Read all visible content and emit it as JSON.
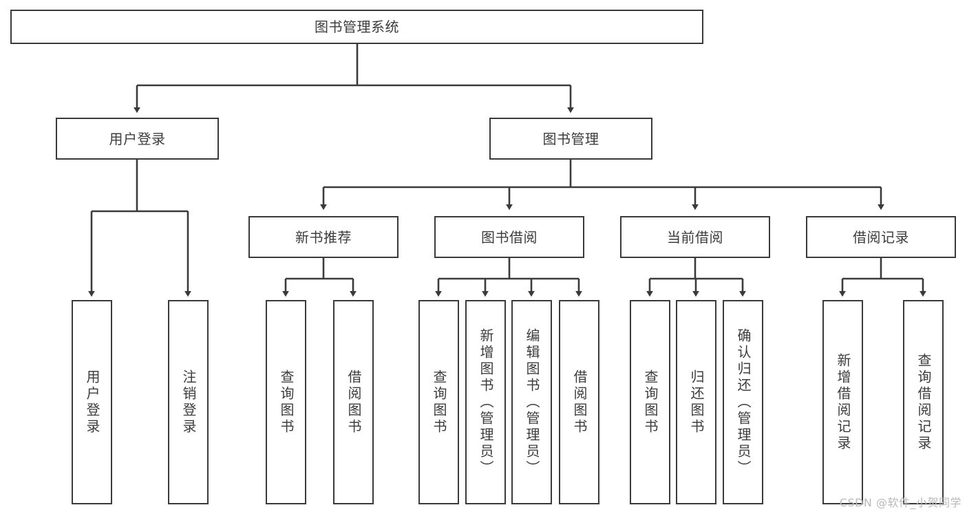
{
  "diagram": {
    "type": "tree",
    "title": "图书管理系统",
    "watermark": "CSDN @软件_小贺同学",
    "colors": {
      "box_border": "#3a3a3a",
      "box_fill": "#ffffff",
      "text": "#3c3c3c",
      "connector": "#3a3a3a",
      "watermark": "#b9b9b9"
    },
    "root": {
      "label": "图书管理系统"
    },
    "level1": [
      {
        "label": "用户登录"
      },
      {
        "label": "图书管理"
      }
    ],
    "level2": [
      {
        "label": "新书推荐"
      },
      {
        "label": "图书借阅"
      },
      {
        "label": "当前借阅"
      },
      {
        "label": "借阅记录"
      }
    ],
    "leaves": {
      "user_login": [
        {
          "label": "用户登录"
        },
        {
          "label": "注销登录"
        }
      ],
      "new_book": [
        {
          "label": "查询图书"
        },
        {
          "label": "借阅图书"
        }
      ],
      "book_borrow": [
        {
          "label": "查询图书"
        },
        {
          "label": "新增图书（管理员）"
        },
        {
          "label": "编辑图书（管理员）"
        },
        {
          "label": "借阅图书"
        }
      ],
      "current_borrow": [
        {
          "label": "查询图书"
        },
        {
          "label": "归还图书"
        },
        {
          "label": "确认归还（管理员）"
        }
      ],
      "borrow_record": [
        {
          "label": "新增借阅记录"
        },
        {
          "label": "查询借阅记录"
        }
      ]
    }
  }
}
